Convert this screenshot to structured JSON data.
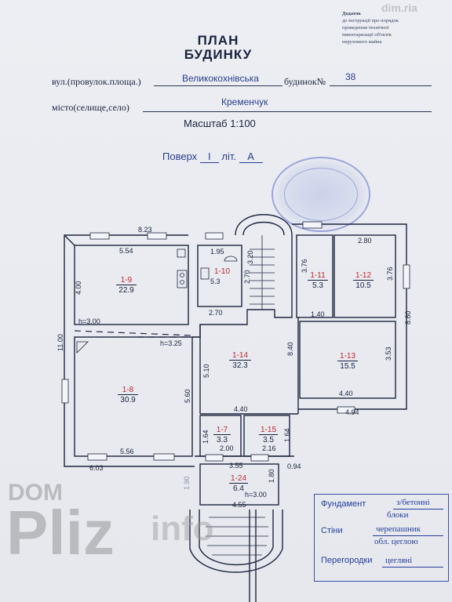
{
  "header_note": {
    "line1": "Додаток",
    "line2": "до інструкції про порядок",
    "line3": "проведення технічної",
    "line4": "інвентаризації об'єктів",
    "line5": "нерухомого майна"
  },
  "title": {
    "line1": "ПЛАН",
    "line2": "БУДИНКУ"
  },
  "address": {
    "street_label": "вул.(провулок.площа.)",
    "street_value": "Великокохнівська",
    "house_label": "будинок№",
    "house_value": "38",
    "city_label": "місто(селище,село)",
    "city_value": "Кременчук"
  },
  "scale": {
    "label": "Масштаб",
    "value": "1:100"
  },
  "floor": {
    "label": "Поверх",
    "value": "I",
    "lit_label": "літ.",
    "lit_value": "А"
  },
  "rooms": [
    {
      "id": "1-9",
      "area": "22.9"
    },
    {
      "id": "1-10",
      "area": "5.3"
    },
    {
      "id": "1-11",
      "area": "5.3"
    },
    {
      "id": "1-12",
      "area": "10.5"
    },
    {
      "id": "1-13",
      "area": "15.5"
    },
    {
      "id": "1-14",
      "area": "32.3"
    },
    {
      "id": "1-8",
      "area": "30.9"
    },
    {
      "id": "1-7",
      "area": "3.3"
    },
    {
      "id": "1-15",
      "area": "3.5"
    },
    {
      "id": "1-24",
      "area": "6.4"
    }
  ],
  "dimensions": {
    "d823": "8.23",
    "d554": "5.54",
    "d195": "1.95",
    "d270a": "2.70",
    "d530": "5.3",
    "d320": "3.20",
    "d280": "2.80",
    "d376a": "3.76",
    "d376b": "3.76",
    "d400": "4.00",
    "d1100": "11.00",
    "d270b": "2.70",
    "d140": "1.40",
    "d880": "8.80",
    "d840": "8.40",
    "d353": "3.53",
    "d510": "5.10",
    "d560": "5.60",
    "d440a": "4.40",
    "d440b": "4.40",
    "d494": "4.94",
    "d164a": "1.64",
    "d164b": "1.64",
    "d200": "2.00",
    "d216": "2.16",
    "d556": "5.56",
    "d603": "6.03",
    "d355": "3.55",
    "d094": "0.94",
    "d190": "1.90",
    "d180": "1.80",
    "d455": "4.55"
  },
  "heights": {
    "h1": "h=3.00",
    "h2": "h=3.25",
    "h3": "h=3.00"
  },
  "legend": {
    "foundation_label": "Фундамент",
    "foundation_value1": "з/бетонні",
    "foundation_value2": "блоки",
    "walls_label": "Стіни",
    "walls_value1": "черепашник",
    "walls_value2": "обл. цеглою",
    "partitions_label": "Перегородки",
    "partitions_value": "цегляні"
  },
  "watermark": {
    "top": "dim.ria",
    "brand1": "DOM",
    "brand2": "Pliz",
    "brand3": "info"
  },
  "colors": {
    "ink": "#1a2340",
    "pen": "#2a3f8f",
    "room_id": "#c0282c",
    "legend": "#233d9c"
  }
}
